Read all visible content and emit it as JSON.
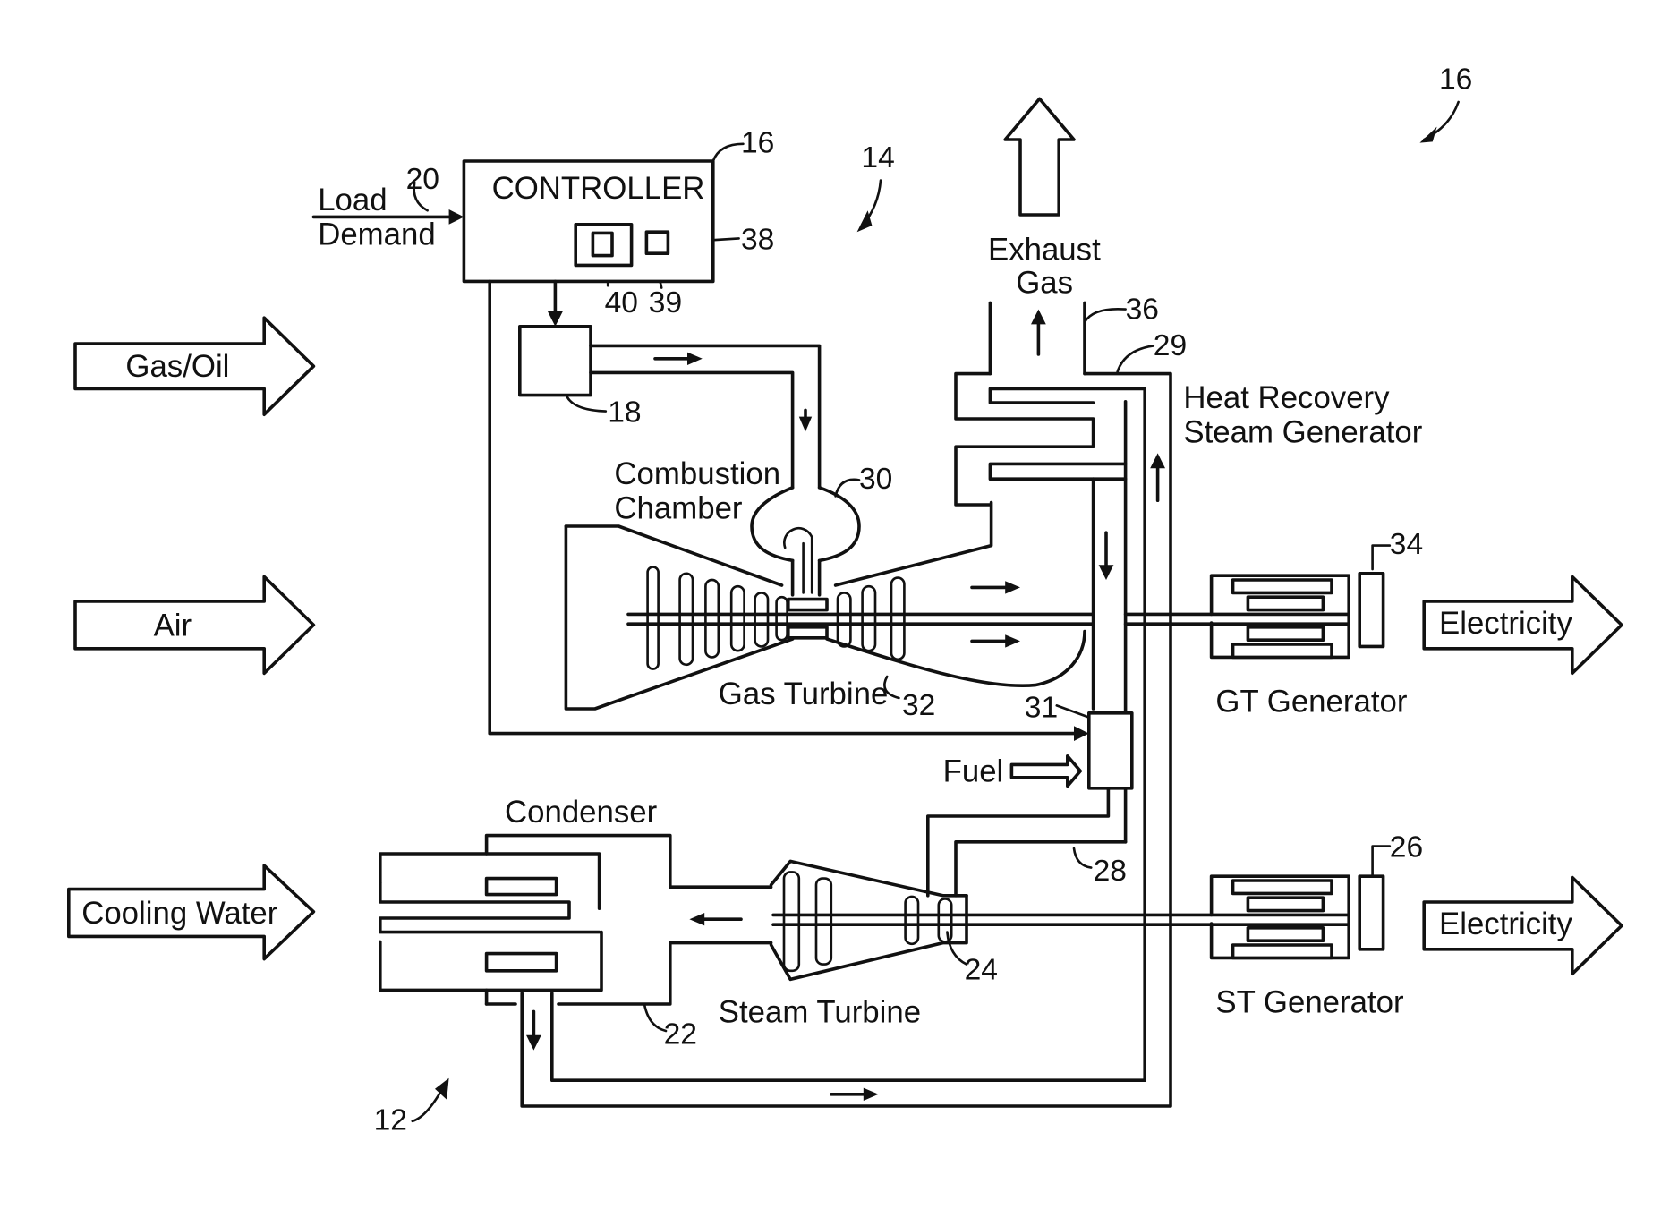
{
  "labels": {
    "load": "Load",
    "demand": "Demand",
    "controller": "CONTROLLER",
    "gas_oil": "Gas/Oil",
    "air": "Air",
    "cooling_water": "Cooling Water",
    "exhaust": "Exhaust",
    "gas": "Gas",
    "hrsg_line1": "Heat Recovery",
    "hrsg_line2": "Steam Generator",
    "combustion_line1": "Combustion",
    "combustion_line2": "Chamber",
    "gas_turbine": "Gas Turbine",
    "fuel": "Fuel",
    "condenser": "Condenser",
    "steam_turbine": "Steam Turbine",
    "gt_generator": "GT Generator",
    "st_generator": "ST Generator",
    "electricity_top": "Electricity",
    "electricity_bottom": "Electricity"
  },
  "refs": {
    "r16_top": "16",
    "r16_controller": "16",
    "r14": "14",
    "r20": "20",
    "r38": "38",
    "r40": "40",
    "r39": "39",
    "r36": "36",
    "r29": "29",
    "r18": "18",
    "r30": "30",
    "r34": "34",
    "r32": "32",
    "r31": "31",
    "r28": "28",
    "r26": "26",
    "r24": "24",
    "r22": "22",
    "r12": "12"
  }
}
